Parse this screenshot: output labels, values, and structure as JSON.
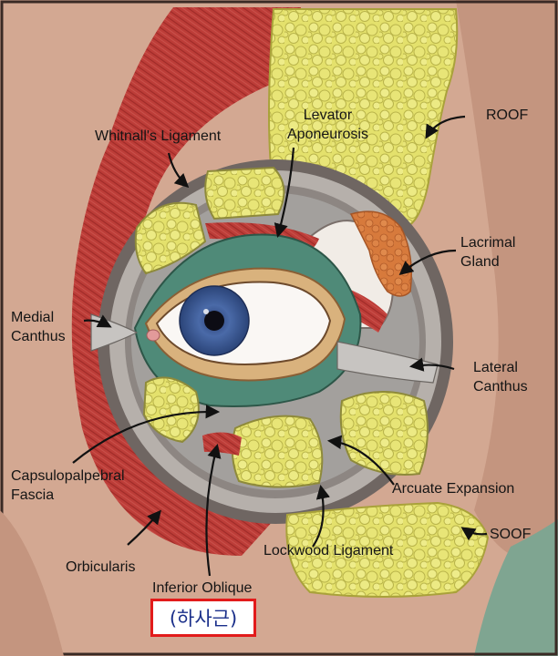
{
  "labels": {
    "roof": "ROOF",
    "whitnalls_ligament": "Whitnall's Ligament",
    "levator_aponeurosis": [
      "Levator",
      "Aponeurosis"
    ],
    "lacrimal_gland": [
      "Lacrimal",
      "Gland"
    ],
    "medial_canthus": [
      "Medial",
      "Canthus"
    ],
    "lateral_canthus": [
      "Lateral",
      "Canthus"
    ],
    "capsulopalpebral_fascia": [
      "Capsulopalpebral",
      "Fascia"
    ],
    "arcuate_expansion": "Arcuate Expansion",
    "soof": "SOOF",
    "lockwood_ligament": "Lockwood Ligament",
    "orbicularis": "Orbicularis",
    "inferior_oblique": "Inferior Oblique"
  },
  "annotation": "(하사근)",
  "colors": {
    "skin": "#d2a68f",
    "muscle": "#b93a36",
    "fat": "#e3e06a",
    "tarsus_green": "#4f8a78",
    "fascia_gray": "#a9a9a9",
    "gland_orange": "#d97a3c",
    "iris_blue": "#3c5d9a",
    "annotation_box": "#e21b1b",
    "annotation_text": "#1a2f8a"
  }
}
